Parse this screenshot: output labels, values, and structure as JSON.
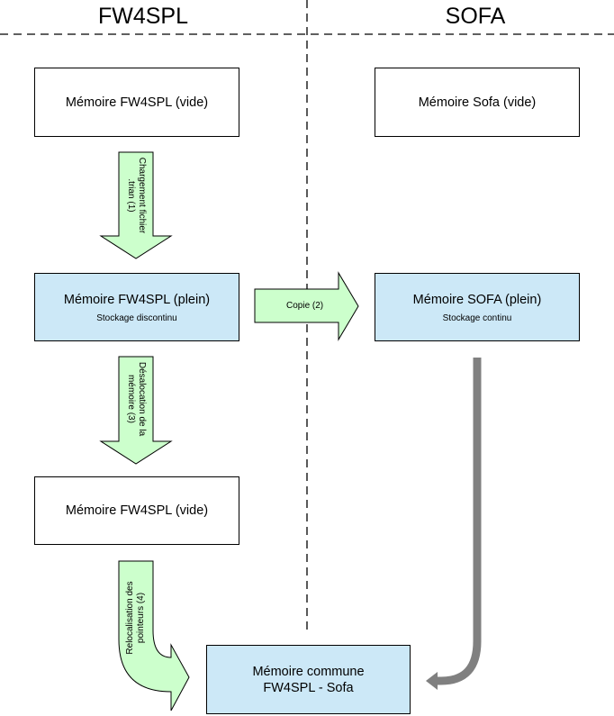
{
  "columns": {
    "left_title": "FW4SPL",
    "right_title": "SOFA"
  },
  "boxes": {
    "fw_empty_1": {
      "title": "Mémoire FW4SPL (vide)"
    },
    "sofa_empty": {
      "title": "Mémoire Sofa (vide)"
    },
    "fw_full": {
      "title": "Mémoire FW4SPL (plein)",
      "subtitle": "Stockage discontinu"
    },
    "sofa_full": {
      "title": "Mémoire SOFA (plein)",
      "subtitle": "Stockage continu"
    },
    "fw_empty_2": {
      "title": "Mémoire FW4SPL (vide)"
    },
    "common": {
      "line1": "Mémoire commune",
      "line2": "FW4SPL - Sofa"
    }
  },
  "arrows": {
    "load": {
      "line1": "Chargement fichier",
      "line2": ".trian (1)"
    },
    "copy": {
      "label": "Copie (2)"
    },
    "dealloc": {
      "line1": "Désalocation de la",
      "line2": "mémoire (3)"
    },
    "reloc": {
      "line1": "Relocalisation des",
      "line2": "pointeurs (4)"
    }
  },
  "colors": {
    "arrow_fill": "#ccffcc",
    "box_blue": "#cce8f7",
    "connector": "#808080"
  }
}
